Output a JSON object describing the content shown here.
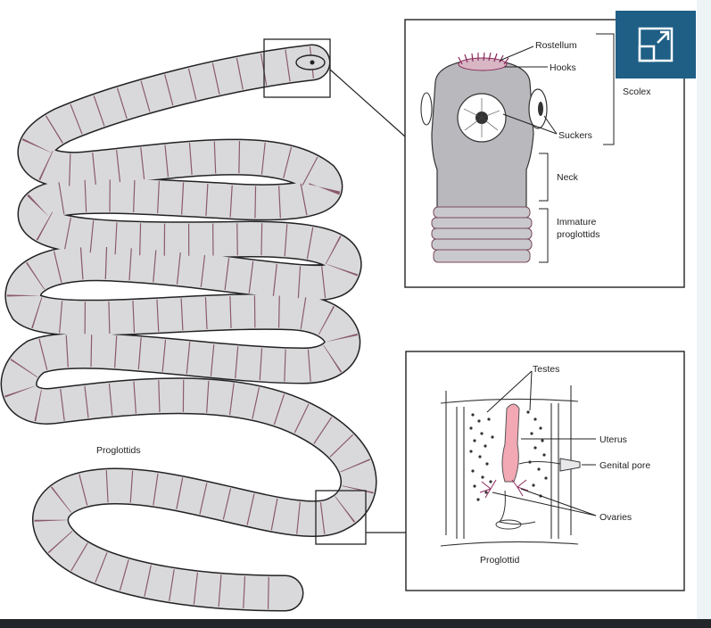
{
  "labels": {
    "rostellum": "Rostellum",
    "hooks": "Hooks",
    "scolex": "Scolex",
    "suckers": "Suckers",
    "neck": "Neck",
    "immature_1": "Immature",
    "immature_2": "proglottids",
    "proglottids": "Proglottids",
    "testes": "Testes",
    "uterus": "Uterus",
    "genital_pore": "Genital pore",
    "ovaries": "Ovaries",
    "proglottid": "Proglottid"
  },
  "colors": {
    "worm_fill": "#d9d9dc",
    "outline": "#222222",
    "segment_line": "#8a5a6a",
    "hooks": "#8b2a5c",
    "uterus": "#f2a9b4",
    "expand_button": "#1f5f86"
  },
  "icons": {
    "expand": "expand-icon"
  }
}
